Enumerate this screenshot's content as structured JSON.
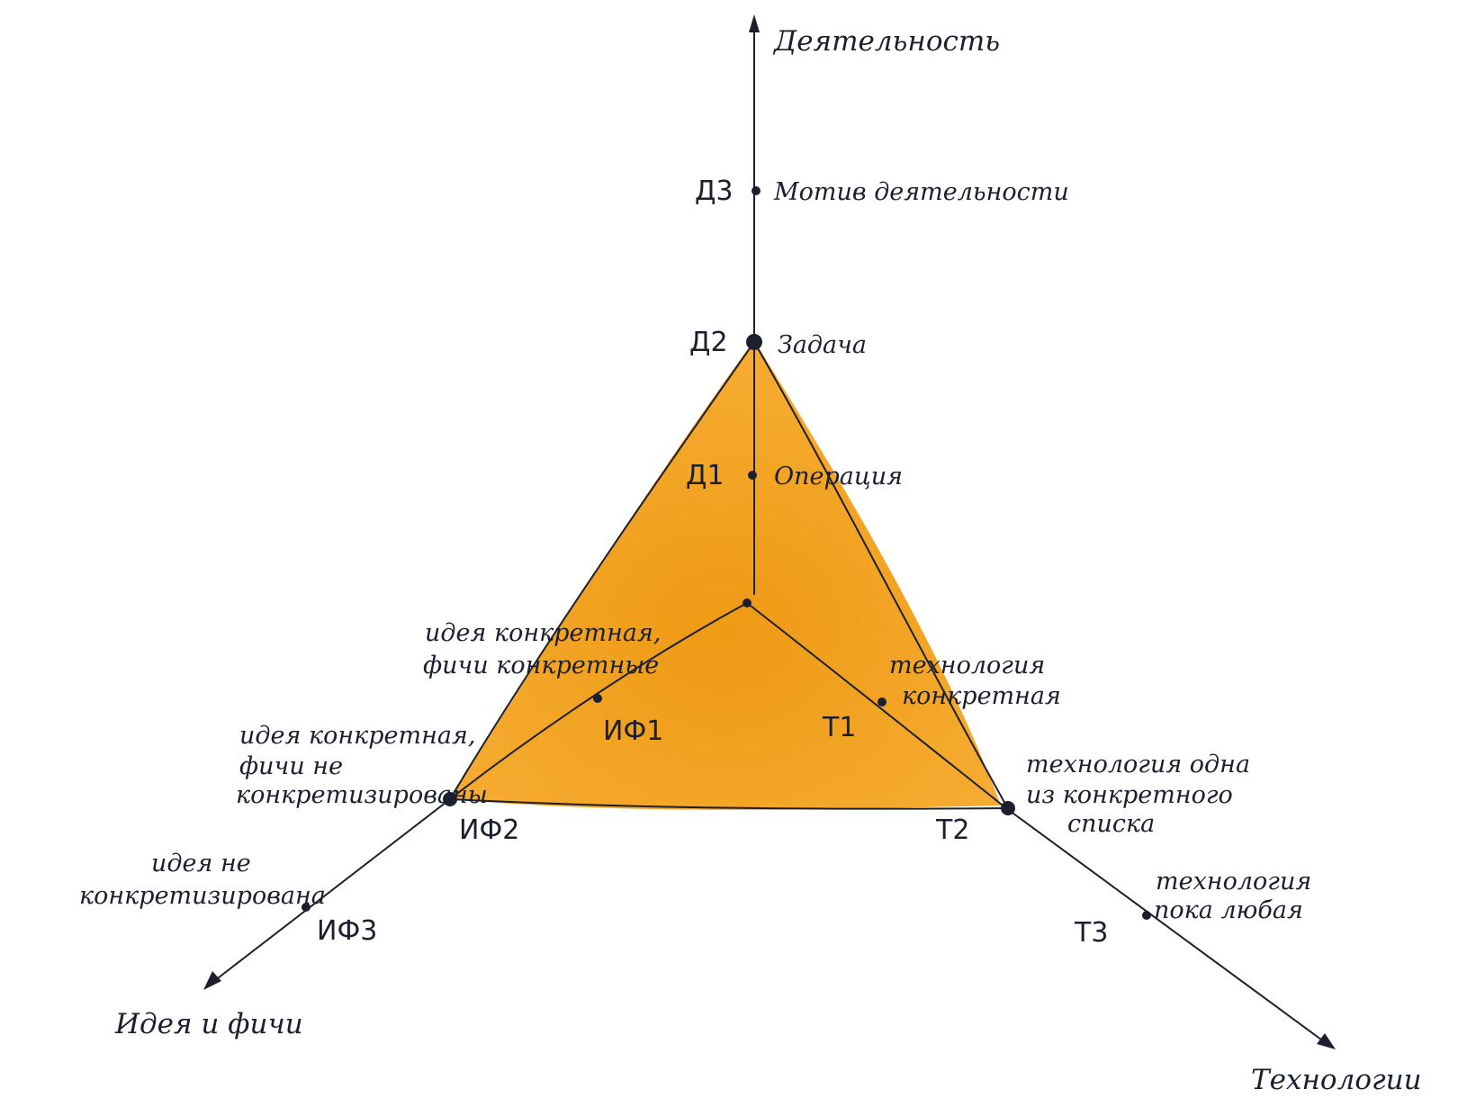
{
  "axes": {
    "activity": {
      "title": "Деятельность"
    },
    "ideas": {
      "title": "Идея и фичи"
    },
    "tech": {
      "title": "Технологии"
    }
  },
  "points": {
    "d3": {
      "code": "Д3",
      "label": "Мотив деятельности"
    },
    "d2": {
      "code": "Д2",
      "label": "Задача"
    },
    "d1": {
      "code": "Д1",
      "label": "Операция"
    },
    "if1": {
      "code": "ИФ1",
      "label_lines": [
        "идея конкретная,",
        "фичи конкретные"
      ]
    },
    "if2": {
      "code": "ИФ2",
      "label_lines": [
        "идея конкретная,",
        "фичи не",
        "конкретизированы"
      ]
    },
    "if3": {
      "code": "ИФ3",
      "label_lines": [
        "идея не",
        "конкретизирована"
      ]
    },
    "t1": {
      "code": "Т1",
      "label_lines": [
        "технология",
        "конкретная"
      ]
    },
    "t2": {
      "code": "Т2",
      "label_lines": [
        "технология одна",
        "из конкретного",
        "списка"
      ]
    },
    "t3": {
      "code": "Т3",
      "label_lines": [
        "технология",
        "пока любая"
      ]
    }
  },
  "colors": {
    "fill": "#F6A92A",
    "fill_dark": "#EE9A14",
    "ink": "#1c1f2e"
  }
}
